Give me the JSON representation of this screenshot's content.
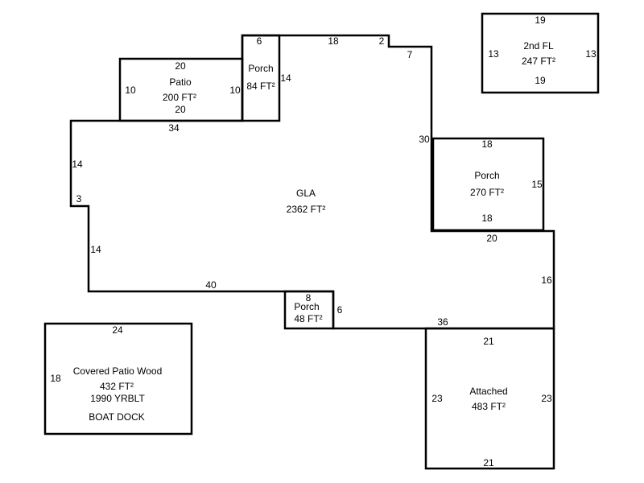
{
  "areas": {
    "gla": {
      "name": "GLA",
      "area": "2362 FT²",
      "dims": [
        "6",
        "18",
        "2",
        "7",
        "30",
        "20",
        "16",
        "36",
        "6",
        "8",
        "40",
        "14",
        "3",
        "14",
        "34"
      ]
    },
    "patio": {
      "name": "Patio",
      "area": "200 FT²",
      "dims": [
        "20",
        "10",
        "10",
        "20"
      ]
    },
    "porch_84": {
      "name": "Porch",
      "area": "84 FT²",
      "dims": [
        "14"
      ]
    },
    "porch_270": {
      "name": "Porch",
      "area": "270 FT²",
      "dims": [
        "18",
        "15",
        "18"
      ]
    },
    "porch_48": {
      "name": "Porch",
      "area": "48 FT²"
    },
    "attached": {
      "name": "Attached",
      "area": "483 FT²",
      "dims": [
        "21",
        "23",
        "23",
        "21"
      ]
    },
    "second_fl": {
      "name": "2nd FL",
      "area": "247 FT²",
      "dims": [
        "19",
        "13",
        "13",
        "19"
      ]
    },
    "covered_patio": {
      "name": "Covered Patio Wood",
      "area": "432 FT²",
      "year": "1990 YRBLT",
      "note": "BOAT DOCK",
      "dims": [
        "24",
        "18"
      ]
    }
  }
}
